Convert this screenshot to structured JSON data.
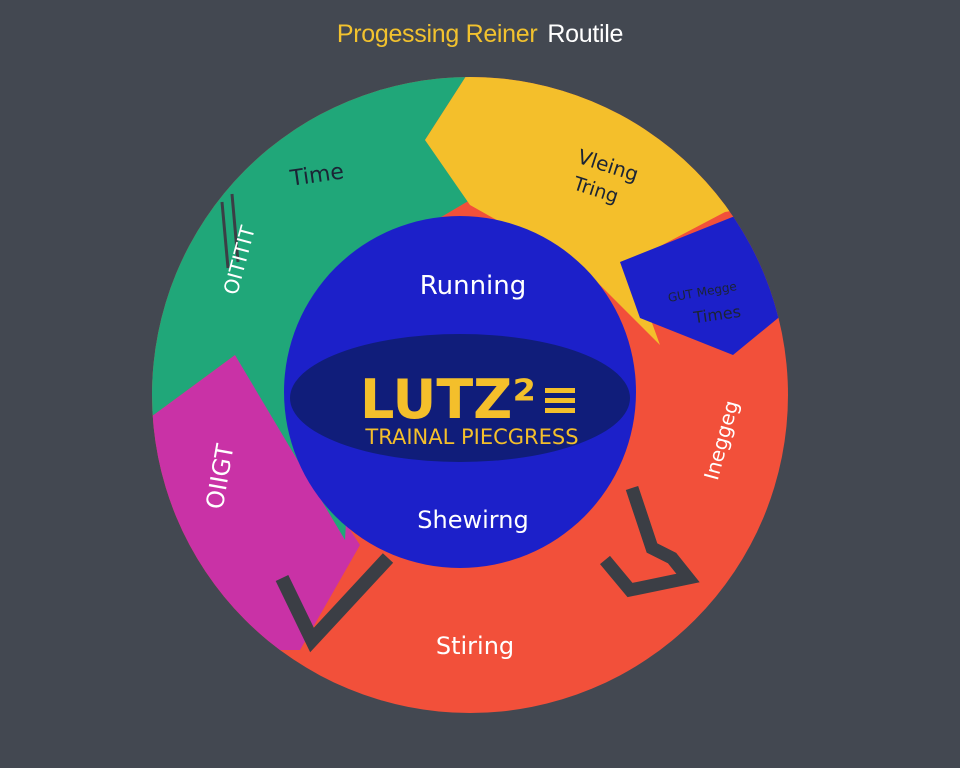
{
  "title": {
    "part1": "Progessing Reiner",
    "part2": "Routile"
  },
  "center": {
    "top_label": "Running",
    "logo": "LUTZ²",
    "subtitle": "TRAINAL PIECGRESS",
    "bottom_label": "Shewirng"
  },
  "segments": {
    "green": "Time",
    "green_vertical": "OITITIT",
    "yellow_line1": "Vleing",
    "yellow_line2": "Tring",
    "blue_line1": "GUT Megge",
    "blue_line2": "Times",
    "red_right": "Ineggeg",
    "red_bottom": "Stiring",
    "magenta": "OIIGT"
  },
  "colors": {
    "background": "#434851",
    "green": "#20a779",
    "yellow": "#f4bf2b",
    "blue": "#1c20c9",
    "red": "#f2503a",
    "magenta": "#c932a6",
    "title_yellow": "#f2c22e"
  }
}
